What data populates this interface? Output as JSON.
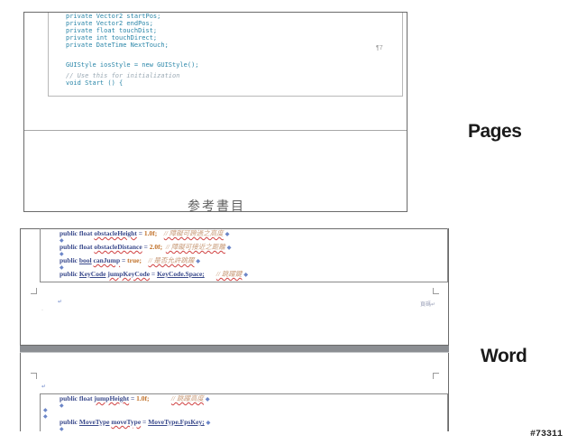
{
  "pages": {
    "label": "Pages",
    "code_lines": [
      "private Vector2 startPos;",
      "private Vector2 endPos;",
      "private float touchDist;",
      "private int touchDirect;",
      "private DateTime NextTouch;",
      "",
      "",
      "GUIStyle iosStyle = new GUIStyle();",
      "",
      "// Use this for initialization",
      "void Start () {"
    ],
    "page_mark": "¶7",
    "heading": "参考書目"
  },
  "word": {
    "label": "Word",
    "top_lines": [
      {
        "kw": "public",
        "type": "float",
        "name": "obstacleHeight",
        "eq": "=",
        "value": "1.0f;",
        "comment": "// 障礙可跨過之高度"
      },
      {
        "kw": "public",
        "type": "float",
        "name": "obstacleDistance",
        "eq": "=",
        "value": "2.0f;",
        "comment": "// 障礙可接近之距離"
      },
      {
        "kw": "public",
        "type": "bool",
        "name": "canJump",
        "eq": "=",
        "value": "true;",
        "comment": "// 是否允許跳躍"
      },
      {
        "kw": "public",
        "type": "KeyCode",
        "name": "jumpKeyCode",
        "eq": "=",
        "value": "KeyCode.Space;",
        "comment": "// 跳躍鍵"
      }
    ],
    "bottom_lines": [
      {
        "kw": "public",
        "type": "float",
        "name": "jumpHeight",
        "eq": "=",
        "value": "1.0f;",
        "comment": "// 跳躍高度"
      },
      {
        "kw": "public",
        "type": "MoveType",
        "name": "moveType",
        "eq": "=",
        "value": "MoveType.FpsKey;",
        "comment": ""
      }
    ],
    "para_mark": "↵",
    "bullet_mark": "◆",
    "page_mark": "頁碼↵"
  },
  "watermark": "#73311",
  "colors": {
    "pages_code": "#2a86a8",
    "pages_comment": "#9aa9b4",
    "word_code": "#3a4a8c",
    "word_number": "#c07028",
    "word_comment": "#c89a78",
    "word_separator": "#8b8e92"
  }
}
